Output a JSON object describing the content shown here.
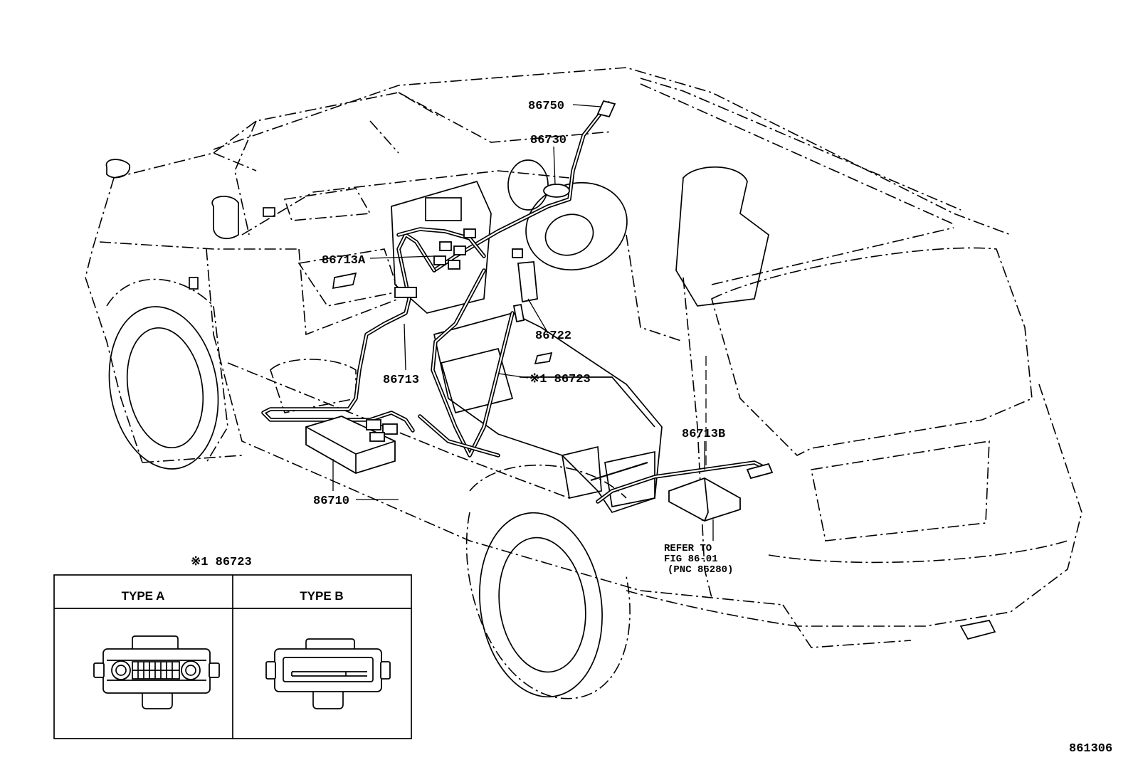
{
  "callouts": {
    "c86750": "86750",
    "c86730": "86730",
    "c86713A": "86713A",
    "c86722": "86722",
    "c86713": "86713",
    "c86723": "※1 86723",
    "c86713B": "86713B",
    "c86710": "86710"
  },
  "refer_note": {
    "line1": "REFER TO",
    "line2": "FIG 86-01",
    "line3": "(PNC 86280)"
  },
  "inset": {
    "title": "※1 86723",
    "type_a": "TYPE A",
    "type_b": "TYPE B"
  },
  "figure_number": "861306"
}
